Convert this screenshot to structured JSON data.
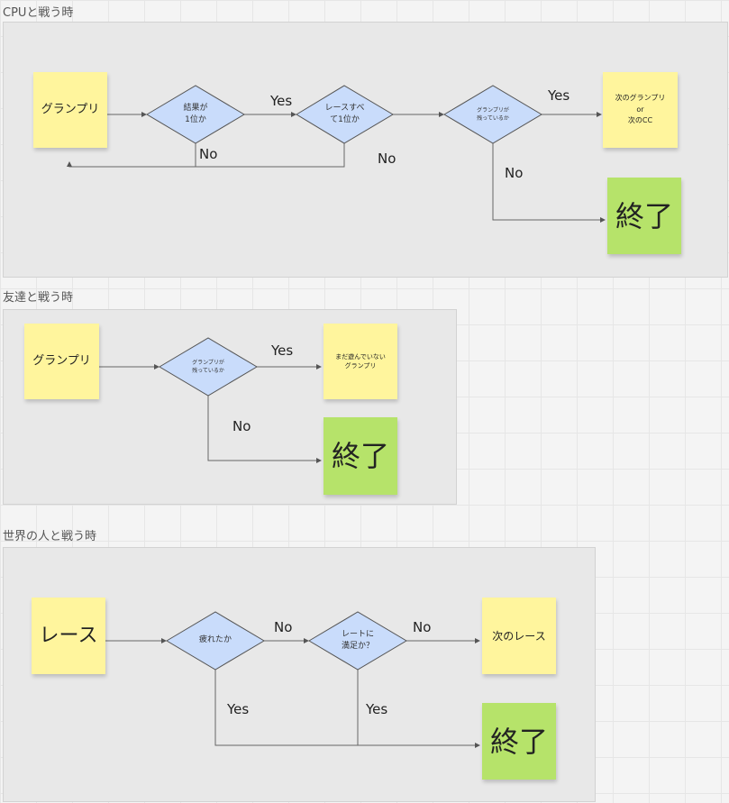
{
  "sections": [
    {
      "title": "CPUと戦う時",
      "start": "グランプリ",
      "d1": "結果が\n1位か",
      "d2": "レースすべ\nて1位か",
      "d3": "グランプリが\n残っているか",
      "next": "次のグランプリ\nor\n次のCC",
      "end": "終了",
      "yes1": "Yes",
      "yes2": "Yes",
      "no1": "No",
      "no2": "No",
      "no3": "No"
    },
    {
      "title": "友達と戦う時",
      "start": "グランプリ",
      "d1": "グランプリが\n残っているか",
      "next": "まだ遊んでいない\nグランプリ",
      "end": "終了",
      "yes": "Yes",
      "no": "No"
    },
    {
      "title": "世界の人と戦う時",
      "start": "レース",
      "d1": "疲れたか",
      "d2": "レートに\n満足か？",
      "next": "次のレース",
      "end": "終了",
      "no1": "No",
      "no2": "No",
      "yes1": "Yes",
      "yes2": "Yes"
    }
  ],
  "colors": {
    "sticky": "#fff59d",
    "end": "#b6e36a",
    "diamond": "#c9dcfb"
  }
}
